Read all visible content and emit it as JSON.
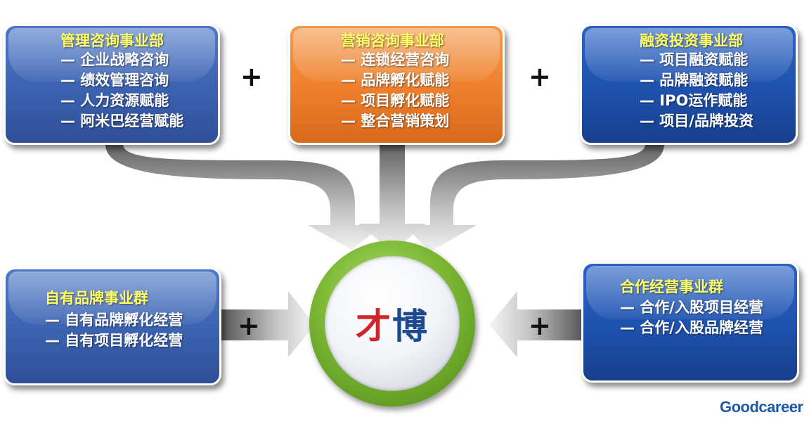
{
  "boxes": {
    "management": {
      "title": "管理咨询事业部",
      "items": [
        "— 企业战略咨询",
        "— 绩效管理咨询",
        "— 人力资源赋能",
        "— 阿米巴经营赋能"
      ]
    },
    "marketing": {
      "title": "营销咨询事业部",
      "items": [
        "— 连锁经营咨询",
        "— 品牌孵化赋能",
        "— 项目孵化赋能",
        "— 整合营销策划"
      ]
    },
    "financing": {
      "title": "融资投资事业部",
      "items": [
        "— 项目融资赋能",
        "— 品牌融资赋能",
        "— IPO运作赋能",
        "— 项目/品牌投资"
      ]
    },
    "own_brand": {
      "title": "自有品牌事业群",
      "items": [
        "— 自有品牌孵化经营",
        "— 自有项目孵化经营"
      ]
    },
    "cooperation": {
      "title": "合作经营事业群",
      "items": [
        "— 合作/入股项目经营",
        "— 合作/入股品牌经营"
      ]
    }
  },
  "plus_sign": "+",
  "center": {
    "part1": "才",
    "part2": "博"
  },
  "logo": {
    "text": "Goodcareer"
  },
  "colors": {
    "blue": "#3b62b0",
    "orange": "#ee7f2c",
    "title_yellow": "#ffff66",
    "ring_green": "#7cb834",
    "brand_red": "#d3222a",
    "brand_blue": "#1d4a8f"
  }
}
